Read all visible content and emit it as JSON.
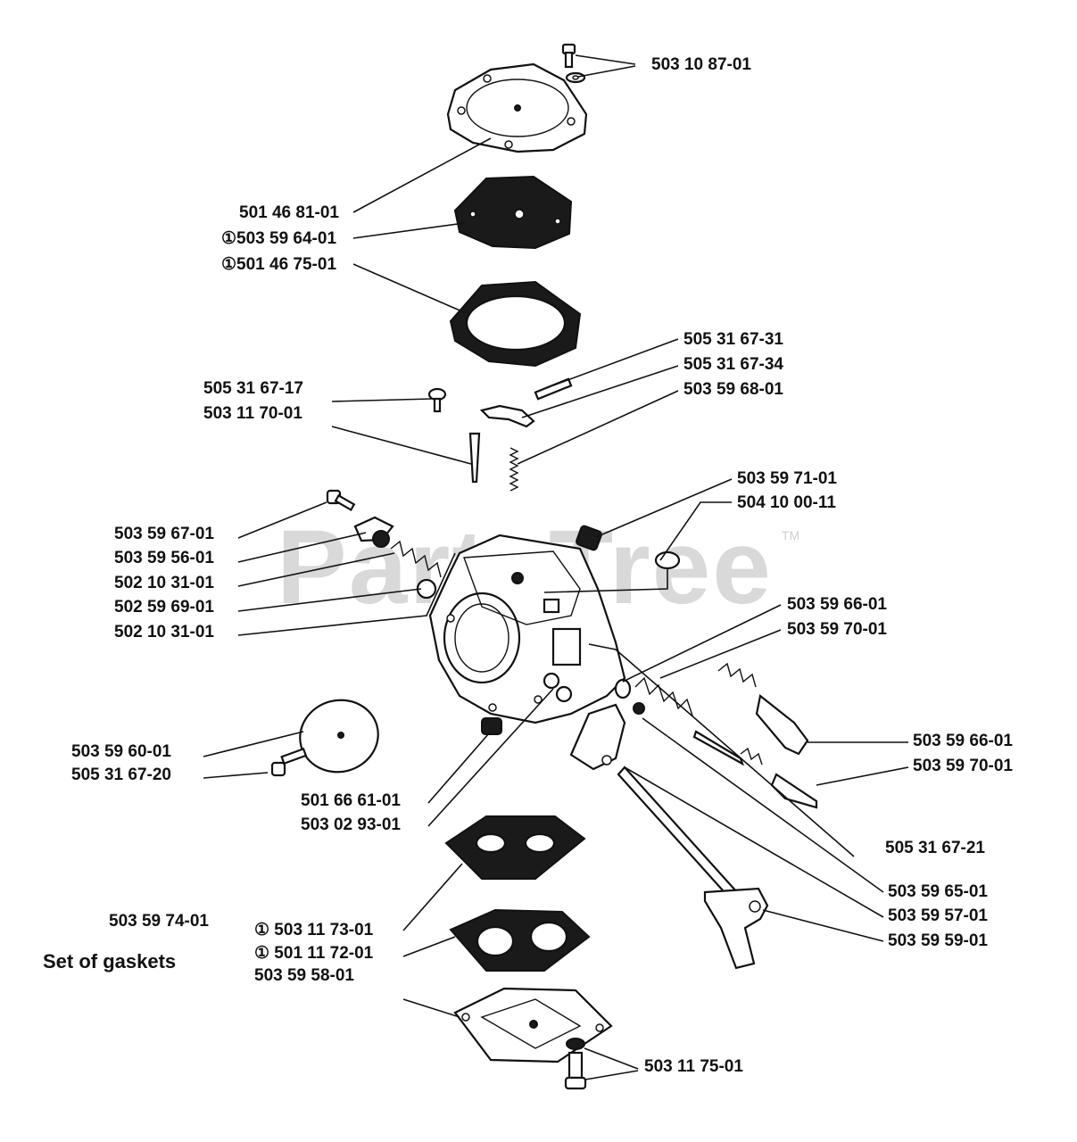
{
  "watermark": {
    "text": "PartsTree",
    "tm": "TM"
  },
  "labels": {
    "screw_top": "503 10 87-01",
    "cover": "501 46 81-01",
    "pump_diaphragm": "①503 59 64-01",
    "pump_gasket": "①501 46 75-01",
    "pin": "505 31 67-31",
    "lever": "505 31 67-34",
    "spring_small": "503 59 68-01",
    "screw_small": "505 31 67-17",
    "needle": "503 11 70-01",
    "plug": "503 59 71-01",
    "ring": "504 10 00-11",
    "screw_left": "503 59 67-01",
    "plate_left": "503 59 56-01",
    "spring_left": "502 10 31-01",
    "washer_left": "502 59 69-01",
    "spring_left_2": "502 10 31-01",
    "oring_right_1": "503 59 66-01",
    "spring_right_1": "503 59 70-01",
    "needle_right_1": "503 59 66-01",
    "needle_right_2": "503 59 70-01",
    "disc": "503 59 60-01",
    "disc_screw": "505 31 67-20",
    "nut": "501 66 61-01",
    "washer": "503 02 93-01",
    "lever_screw": "505 31 67-21",
    "lever_part": "503 59 65-01",
    "shaft": "503 59 57-01",
    "throttle_lever": "503 59 59-01",
    "gasket_kit_no": "503 59 74-01",
    "gasket_kit_title": "Set of gaskets",
    "metering_diaphragm": "① 503 11 73-01",
    "metering_gasket": "① 501 11 72-01",
    "metering_plate": "503 59 58-01",
    "bottom_screw": "503 11 75-01"
  }
}
